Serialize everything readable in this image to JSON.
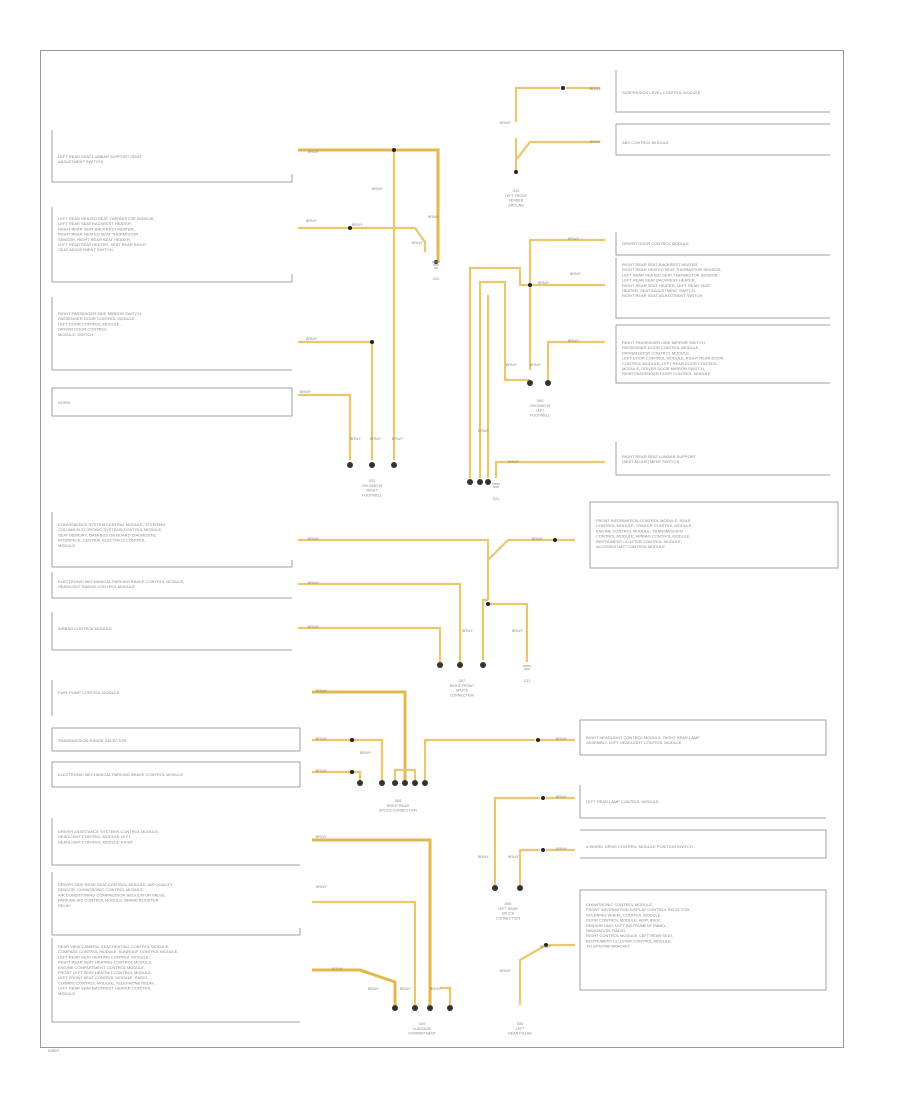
{
  "page_code": "W6E0",
  "modules_left": [
    {
      "id": "lm1",
      "lines": [
        "LEFT REAR SEAT LUMBAR SUPPORT (SEAT",
        "ADJUSTMENT SWITCH)"
      ]
    },
    {
      "id": "lm2",
      "lines": [
        "LEFT REAR HEATED SEAT THERMISTOR SENSOR,",
        "LEFT REAR SEAT BACKREST HEATER,",
        "RIGHT REAR SEAT BACKREST HEATER,",
        "RIGHT REAR HEATED SEAT THERMISTOR",
        "SENSOR, RIGHT REAR SEAT HEATER,",
        "LEFT REAR SEAT HEATER, SEAT REAR RIGHT",
        "SEAT ADJUSTMENT SWITCH"
      ]
    },
    {
      "id": "lm3",
      "lines": [
        "RIGHT PASSENGER SIDE MIRROR SWITCH,",
        "PASSENGER DOOR CONTROL MODULE,",
        "LEFT DOOR CONTROL MODULE,",
        "DRIVER DOOR CONTROL",
        "MODULE, SWITCH"
      ]
    },
    {
      "id": "lm4",
      "lines": [
        "HORN"
      ]
    },
    {
      "id": "lm5",
      "lines": [
        "CONVENIENCE SYSTEM CENTRAL MODULE, STEERING",
        "COLUMN ELECTRONIC SYSTEMS CONTROL MODULE,",
        "SEAT MEMORY, DATA BUS ON BOARD DIAGNOSTIC",
        "INTERFACE, CENTRAL ELECTRICS CONTROL",
        "MODULE"
      ]
    },
    {
      "id": "lm6",
      "lines": [
        "ELECTRONIC MECHANICAL PARKING BRAKE CONTROL MODULE,",
        "HEADLIGHT RANGE CONTROL MODULE"
      ]
    },
    {
      "id": "lm7",
      "lines": [
        "AIRBAG CONTROL MODULE"
      ]
    },
    {
      "id": "lm8",
      "lines": [
        "FUEL PUMP CONTROL MODULE"
      ]
    },
    {
      "id": "lm9",
      "lines": [
        "TRANSMISSION RANGE SELECTOR"
      ]
    },
    {
      "id": "lm10",
      "lines": [
        "ELECTRONIC MECHANICAL PARKING BRAKE CONTROL MODULE"
      ]
    },
    {
      "id": "lm11",
      "lines": [
        "DRIVER ASSISTANCE SYSTEMS CONTROL MODULE,",
        "HEADLIGHT CONTROL MODULE LEFT,",
        "HEADLIGHT CONTROL MODULE RIGHT"
      ]
    },
    {
      "id": "lm12",
      "lines": [
        "DRIVER SIDE REAR SEAT CONTROL MODULE, AIR QUALITY",
        "SENSOR, CLIMATRONIC CONTROL MODULE,",
        "AIR CONDITIONING COMPRESSOR REGULATOR VALVE,",
        "PARKING AID CONTROL MODULE, BRAKE BOOSTER",
        "RELAY"
      ]
    },
    {
      "id": "lm13",
      "lines": [
        "REAR VIEW CAMERA, SEAT HEATING CONTROL MODULE,",
        "COMPASS CONTROL MODULE, SUNROOF CONTROL MODULE,",
        "LEFT REAR SEAT HEATING CONTROL MODULE,",
        "RIGHT REAR SEAT HEATING CONTROL MODULE,",
        "ENGINE COMPARTMENT CONTROL MODULE,",
        "FRONT LEFT SEAT HEATING CONTROL MODULE,",
        "LEFT FRONT SEAT CONTROL MODULE, RADIO,",
        "CLIMATE CONTROL MODULE, TELEPHONE RELAY,",
        "LEFT REAR SEAT BACKREST HEATER CONTROL",
        "MODULE"
      ]
    }
  ],
  "modules_right": [
    {
      "id": "rm1",
      "lines": [
        "SUSPENSION LEVEL CONTROL MODULE"
      ]
    },
    {
      "id": "rm2",
      "lines": [
        "ABS CONTROL MODULE"
      ]
    },
    {
      "id": "rm3",
      "lines": [
        "DRIVER DOOR CONTROL MODULE"
      ]
    },
    {
      "id": "rm4",
      "lines": [
        "RIGHT REAR SEAT BACKREST HEATER,",
        "RIGHT REAR HEATED SEAT THERMISTOR SENSOR,",
        "LEFT REAR HEATED SEAT THERMISTOR SENSOR,",
        "LEFT REAR SEAT BACKREST HEATER,",
        "RIGHT REAR SEAT HEATER, LEFT REAR SEAT",
        "HEATER, SEAT ADJUSTMENT SWITCH,",
        "RIGHT REAR SEAT ADJUSTMENT SWITCH"
      ]
    },
    {
      "id": "rm5",
      "lines": [
        "RIGHT PASSENGER SIDE MIRROR SWITCH,",
        "PASSENGER DOOR CONTROL MODULE,",
        "DRIVER DOOR CONTROL MODULE,",
        "LEFT DOOR CONTROL MODULE, RIGHT REAR DOOR",
        "CONTROL MODULE, LEFT REAR DOOR CONTROL",
        "MODULE, DRIVER DOOR MIRROR SWITCH,",
        "REAR PASSENGER DOOR CONTROL MODULE"
      ]
    },
    {
      "id": "rm6",
      "lines": [
        "RIGHT REAR SEAT LUMBAR SUPPORT",
        "(SEAT ADJUSTMENT SWITCH)"
      ]
    },
    {
      "id": "rm7",
      "lines": [
        "FRONT INFORMATION CONTROL MODULE, REAR",
        "CONTROL MODULE, TRAILER CONTROL MODULE,",
        "ENGINE CONTROL MODULE, TRANSMISSION",
        "CONTROL MODULE, AIRBAG CONTROL MODULE,",
        "INSTRUMENT CLUSTER CONTROL MODULE,",
        "ACCESS/START CONTROL MODULE"
      ]
    },
    {
      "id": "rm8",
      "lines": [
        "RIGHT HEADLIGHT CONTROL MODULE, RIGHT REAR LAMP",
        "ASSEMBLY, LEFT HEADLIGHT CONTROL MODULE"
      ]
    },
    {
      "id": "rm9",
      "lines": [
        "LEFT REAR LAMP CONTROL MODULE"
      ]
    },
    {
      "id": "rm10",
      "lines": [
        "4-WHEEL DRIVE CONTROL MODULE POSITION SWITCH"
      ]
    },
    {
      "id": "rm11",
      "lines": [
        "CLIMATRONIC CONTROL MODULE,",
        "FRONT INFORMATION DISPLAY CONTROL SELECTOR,",
        "STEERING WHEEL CONTROL MODULE,",
        "DOOR CONTROL MODULE, AMPLIFIER,",
        "SENSOR UNIT, LEFT INSTRUMENT PANEL,",
        "NAVIGATION, RADIO,",
        "RIGHT CONTROL MODULE, LEFT REAR SEAT,",
        "INSTRUMENT CLUSTER CONTROL MODULE,",
        "TELEPHONE BRACKET"
      ]
    }
  ],
  "wire_labels": [
    {
      "id": "w1",
      "text": "BRN/Y"
    },
    {
      "id": "w2",
      "text": "BRN/Y"
    },
    {
      "id": "w3",
      "text": "BRN/Y"
    },
    {
      "id": "w4",
      "text": "BRN/Y"
    },
    {
      "id": "w5",
      "text": "BRN/Y"
    },
    {
      "id": "w6",
      "text": "BRN/Y"
    },
    {
      "id": "w7",
      "text": "BRN/Y"
    },
    {
      "id": "w8",
      "text": "BRN/Y"
    },
    {
      "id": "w9",
      "text": "BRN/Y"
    },
    {
      "id": "w10",
      "text": "BRN/Y"
    },
    {
      "id": "w11",
      "text": "BRN/Y"
    },
    {
      "id": "w12",
      "text": "BRN/Y"
    },
    {
      "id": "w13",
      "text": "BRN/Y"
    },
    {
      "id": "w14",
      "text": "BRN/Y"
    },
    {
      "id": "w15",
      "text": "BRN/Y"
    },
    {
      "id": "w16",
      "text": "BRN/Y"
    },
    {
      "id": "w17",
      "text": "BRN/Y"
    },
    {
      "id": "w18",
      "text": "BRN/Y"
    },
    {
      "id": "w19",
      "text": "BRN/Y"
    },
    {
      "id": "w20",
      "text": "BRN/Y"
    },
    {
      "id": "w21",
      "text": "BRN/Y"
    },
    {
      "id": "w22",
      "text": "BRN/Y"
    },
    {
      "id": "w23",
      "text": "BRN/Y"
    },
    {
      "id": "w24",
      "text": "BRN/Y"
    },
    {
      "id": "w25",
      "text": "BRN/Y"
    },
    {
      "id": "w26",
      "text": "BRN/Y"
    },
    {
      "id": "w27",
      "text": "BRN/Y"
    },
    {
      "id": "w28",
      "text": "BRN/Y"
    },
    {
      "id": "w29",
      "text": "BRN/Y"
    },
    {
      "id": "w30",
      "text": "BRN/Y"
    },
    {
      "id": "w31",
      "text": "BRN/Y"
    },
    {
      "id": "w32",
      "text": "BRN/Y"
    },
    {
      "id": "w33",
      "text": "BRN/Y"
    },
    {
      "id": "w34",
      "text": "BRN/Y"
    },
    {
      "id": "w35",
      "text": "BRN/Y"
    },
    {
      "id": "w36",
      "text": "BRN/Y"
    },
    {
      "id": "w37",
      "text": "BRN/Y"
    },
    {
      "id": "w38",
      "text": "BRN/Y"
    },
    {
      "id": "w39",
      "text": "BRN/Y"
    },
    {
      "id": "w40",
      "text": "BRN/Y"
    },
    {
      "id": "w41",
      "text": "BRN/Y"
    },
    {
      "id": "w42",
      "text": "BRN/Y"
    },
    {
      "id": "w43",
      "text": "BRN/Y"
    },
    {
      "id": "w44",
      "text": "BRN/Y"
    },
    {
      "id": "w45",
      "text": "BRN/Y"
    }
  ],
  "nodes": [
    {
      "id": "n1",
      "lines": [
        "G12",
        "LEFT FRONT",
        "FENDER",
        "GROUND"
      ]
    },
    {
      "id": "n2",
      "lines": [
        "G20"
      ]
    },
    {
      "id": "n3",
      "lines": [
        "G31",
        "GROUND IN",
        "RIGHT",
        "FOOTWELL"
      ]
    },
    {
      "id": "n4",
      "lines": [
        "G60",
        "GROUND IN",
        "LEFT",
        "FOOTWELL"
      ]
    },
    {
      "id": "n5",
      "lines": [
        "G21"
      ]
    },
    {
      "id": "n6",
      "lines": [
        "G67",
        "RIGHT FRONT",
        "SPLICE",
        "CONNECTION"
      ]
    },
    {
      "id": "n7",
      "lines": [
        "G11"
      ]
    },
    {
      "id": "n8",
      "lines": [
        "G68",
        "RIGHT REAR",
        "SPLICE CONNECTION"
      ]
    },
    {
      "id": "n9",
      "lines": [
        "G65",
        "LEFT REAR",
        "SPLICE",
        "CONNECTION"
      ]
    },
    {
      "id": "n10",
      "lines": [
        "G69",
        "LUGGAGE",
        "COMPARTMENT"
      ]
    },
    {
      "id": "n11",
      "lines": [
        "G50",
        "LEFT",
        "REAR PILLAR"
      ]
    }
  ]
}
